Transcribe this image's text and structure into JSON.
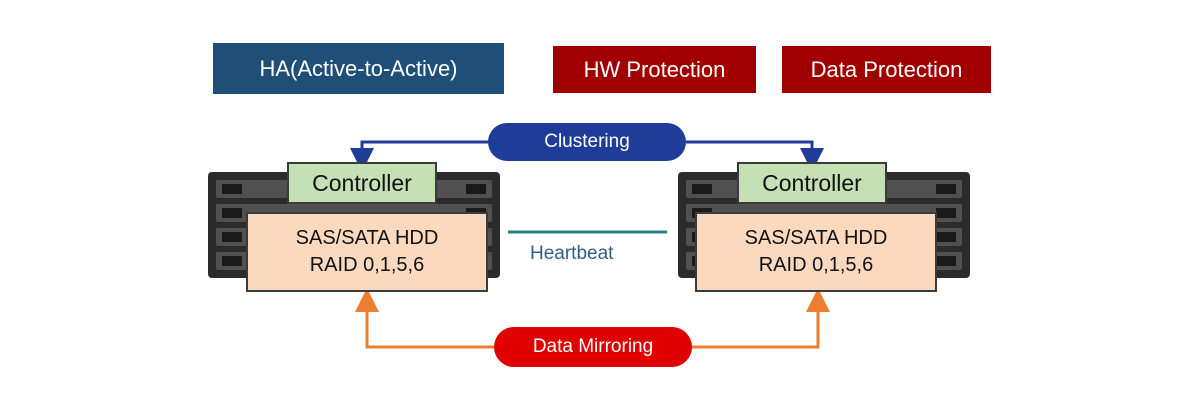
{
  "header": {
    "ha_label": "HA(Active-to-Active)",
    "hw_label": "HW  Protection",
    "data_label": "Data Protection"
  },
  "links": {
    "clustering": "Clustering",
    "heartbeat": "Heartbeat",
    "mirroring": "Data Mirroring"
  },
  "nodes": [
    {
      "controller": "Controller",
      "disk_line1": "SAS/SATA HDD",
      "disk_line2": "RAID 0,1,5,6"
    },
    {
      "controller": "Controller",
      "disk_line1": "SAS/SATA HDD",
      "disk_line2": "RAID 0,1,5,6"
    }
  ],
  "colors": {
    "ha_bg": "#1f4e79",
    "protection_bg": "#a00000",
    "clustering": "#1f3c99",
    "heartbeat_line": "#2f7f80",
    "mirroring_arrow": "#ed7d31",
    "mirroring_pill": "#e00000",
    "controller_fill": "#c5e0b4",
    "disk_fill": "#fbd9bf"
  }
}
